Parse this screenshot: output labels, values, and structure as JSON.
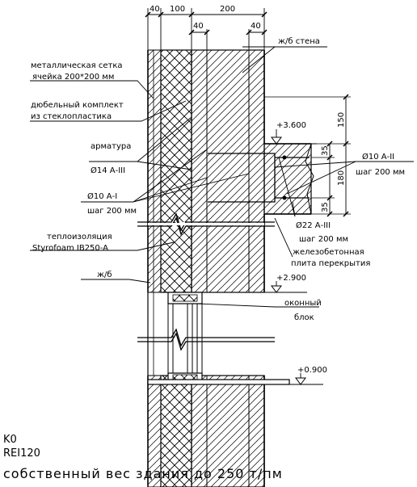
{
  "dimensions": {
    "d40_top_left": "40",
    "d100": "100",
    "d200": "200",
    "d40_mid": "40",
    "d40_right": "40",
    "d150": "150",
    "d35_top": "35",
    "d180": "180",
    "d35_bottom": "35"
  },
  "levels": {
    "lvl_3600": "+3.600",
    "lvl_2900": "+2.900",
    "lvl_0900": "+0.900"
  },
  "labels": {
    "rc_wall": "ж/б стена",
    "mesh_line1": "металлическая сетка",
    "mesh_line2": "ячейка 200*200 мм",
    "dowel_line1": "дюбельный комплект",
    "dowel_line2": "из стеклопластика",
    "rebar_line1": "арматура",
    "rebar_line2": "Ø14 А-III",
    "bars10_line1": "Ø10 А-I",
    "bars10_line2": "шаг 200 мм",
    "insul_line1": "теплоизоляция",
    "insul_line2": "Styrofoam IB250-A",
    "rc_short": "ж/б",
    "window_line1": "оконный",
    "window_line2": "блок",
    "right_bar_line1": "Ø10 А-II",
    "right_bar_line2": "шаг 200 мм",
    "bar22_line1": "Ø22 А-III",
    "bar22_line2": "шаг 200 мм",
    "slab_line1": "железобетонная",
    "slab_line2": "плита перекрытия"
  },
  "footer": {
    "k0": "K0",
    "rei": "REI120",
    "selfweight": "собственный вес здания до 250 т/пм"
  },
  "colors": {
    "ink": "#000000",
    "background": "#ffffff"
  }
}
